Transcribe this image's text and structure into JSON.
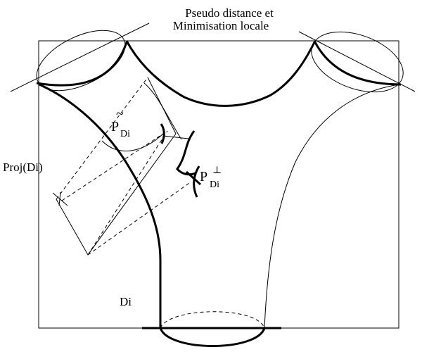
{
  "labels": {
    "title_line1": "Pseudo distance et",
    "title_line2": "Minimisation locale",
    "proj": "Proj(Di)",
    "p_tilde_symbol": "P",
    "p_tilde_tilde": "~",
    "p_tilde_sub": "Di",
    "p_perp_symbol": "P",
    "p_perp_perp": "⊥",
    "p_perp_sub": "Di",
    "di": "Di"
  }
}
